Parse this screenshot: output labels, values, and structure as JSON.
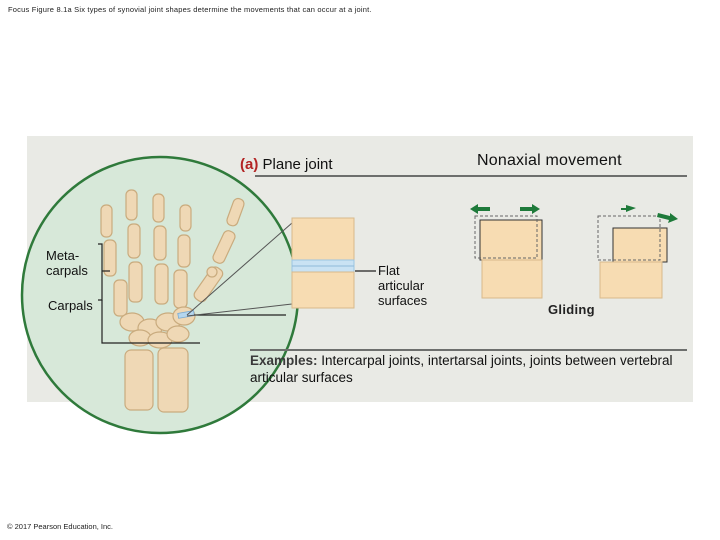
{
  "caption": "Focus Figure 8.1a Six types of synovial joint shapes determine the movements that can occur at a joint.",
  "copyright": "© 2017 Pearson Education, Inc.",
  "title": {
    "letter": "(a)",
    "text": " Plane joint"
  },
  "movement_type": "Nonaxial movement",
  "labels": {
    "metacarpals_1": "Meta-",
    "metacarpals_2": "carpals",
    "carpals": "Carpals",
    "flat_1": "Flat",
    "flat_2": "articular",
    "flat_3": "surfaces",
    "gliding": "Gliding"
  },
  "examples": {
    "keyword": "Examples:",
    "text": " Intercarpal joints, intertarsal joints, joints between vertebral articular surfaces"
  },
  "colors": {
    "panel": "#e9eae5",
    "circle_fill": "#d7e8d9",
    "circle_stroke": "#2f7a3b",
    "bone": "#efd8b5",
    "bone_stroke": "#c9ab7e",
    "cartilage": "#b5d6ee",
    "arrow": "#1e7a3a",
    "title_letter": "#b32424"
  },
  "icons": {
    "arrow": "green-arrow-icon"
  }
}
